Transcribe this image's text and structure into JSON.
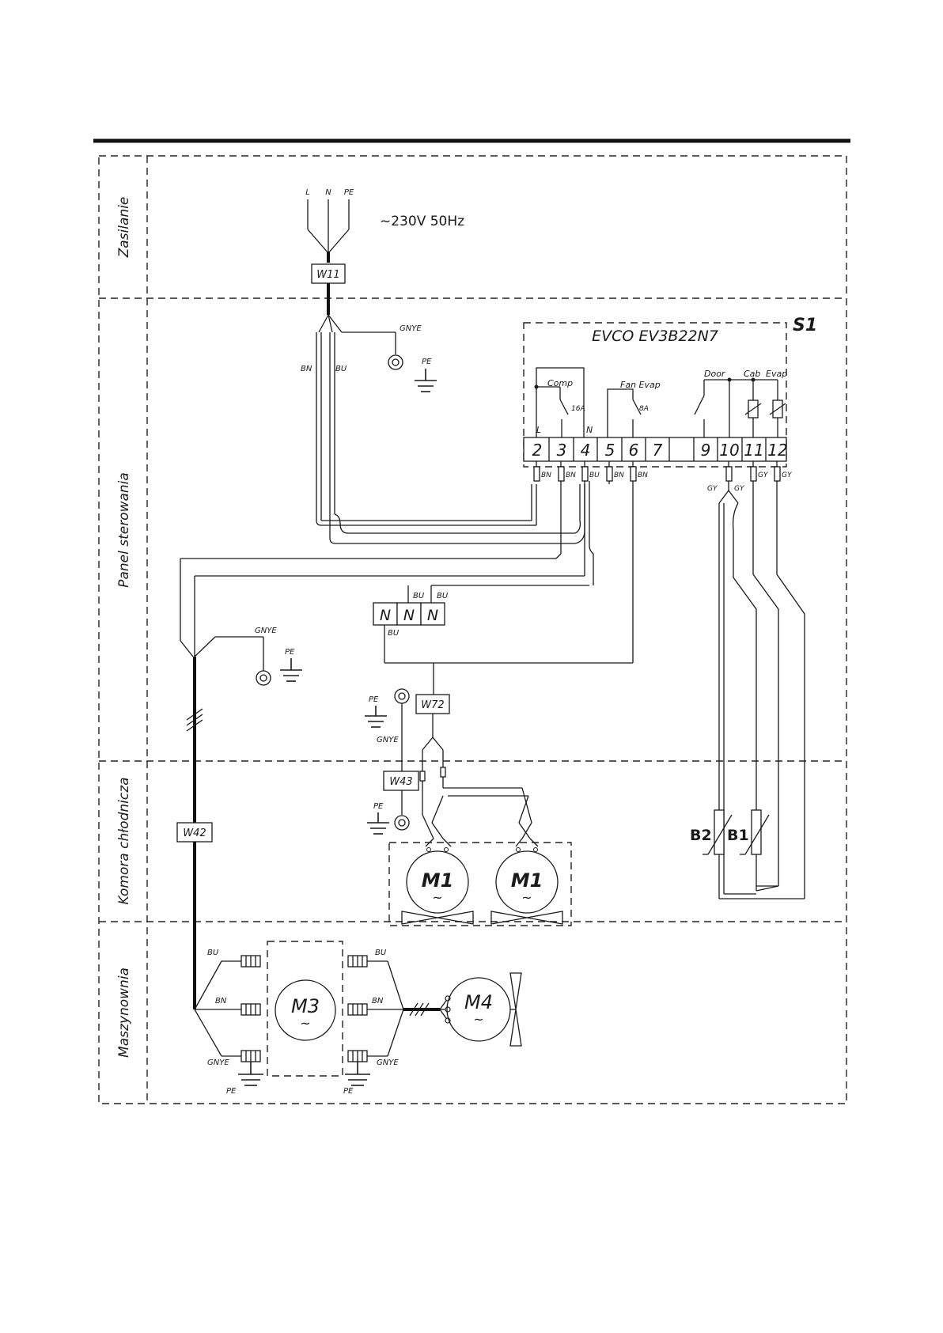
{
  "sections": [
    "Zasilanie",
    "Panel sterowania",
    "Komora chłodnicza",
    "Maszynownia"
  ],
  "supply": {
    "conductors": [
      "L",
      "N",
      "PE"
    ],
    "voltage": "~230V 50Hz",
    "cable": "W11",
    "wire_bn": "BN",
    "wire_bu": "BU",
    "wire_gnye": "GNYE",
    "pe": "PE"
  },
  "controller": {
    "name": "EVCO EV3B22N7",
    "tag": "S1",
    "relay_comp": "Comp",
    "relay_comp_rating": "16A",
    "relay_fan": "Fan Evap",
    "relay_fan_rating": "8A",
    "input_door": "Door",
    "input_cab": "Cab",
    "input_evap": "Evap",
    "label_l": "L",
    "label_n": "N",
    "terminals": [
      "2",
      "3",
      "4",
      "5",
      "6",
      "7",
      "9",
      "10",
      "11",
      "12"
    ],
    "terminal_wires": [
      "BN",
      "BN",
      "BU",
      "BN",
      "BN",
      "GY",
      "GY",
      "GY",
      "GY"
    ]
  },
  "neutral_block": {
    "labels": [
      "N",
      "N",
      "N"
    ],
    "wire_top_1": "BU",
    "wire_top_2": "BU",
    "wire_bottom": "BU"
  },
  "panel_ground": {
    "wire": "GNYE",
    "pe": "PE"
  },
  "cables": {
    "w72": "W72",
    "w43": "W43",
    "w42": "W42"
  },
  "chamber_ground": {
    "pe_top": "PE",
    "wire": "GNYE",
    "pe_bottom": "PE"
  },
  "motors": {
    "m1a": "M1",
    "m1b": "M1",
    "m3": "M3",
    "m4": "M4",
    "ac_symbol": "~"
  },
  "sensors": {
    "b2": "B2",
    "b1": "B1"
  },
  "machine_room": {
    "left_wires": [
      "BU",
      "BN",
      "GNYE"
    ],
    "right_wires": [
      "BU",
      "BN",
      "GNYE"
    ],
    "pe_left": "PE",
    "pe_right": "PE"
  }
}
